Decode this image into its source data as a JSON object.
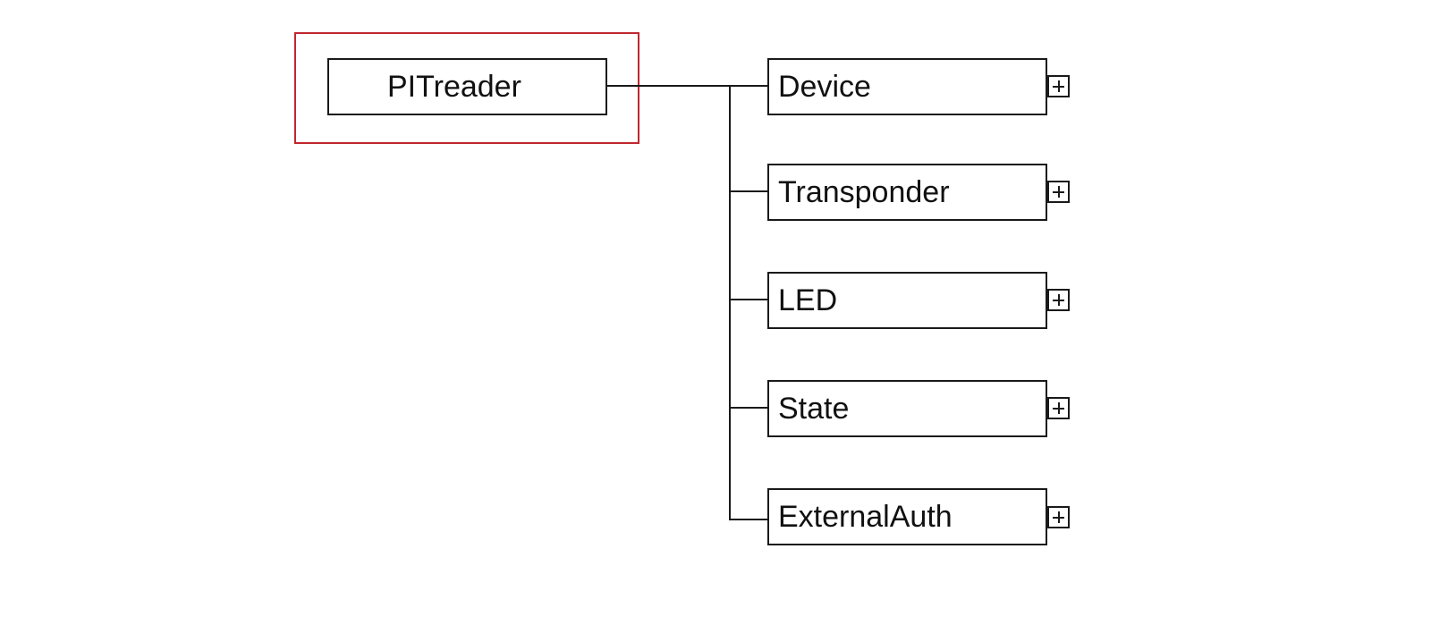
{
  "diagram": {
    "root": {
      "label": "PITreader"
    },
    "children": [
      {
        "label": "Device"
      },
      {
        "label": "Transponder"
      },
      {
        "label": "LED"
      },
      {
        "label": "State"
      },
      {
        "label": "ExternalAuth"
      }
    ]
  }
}
